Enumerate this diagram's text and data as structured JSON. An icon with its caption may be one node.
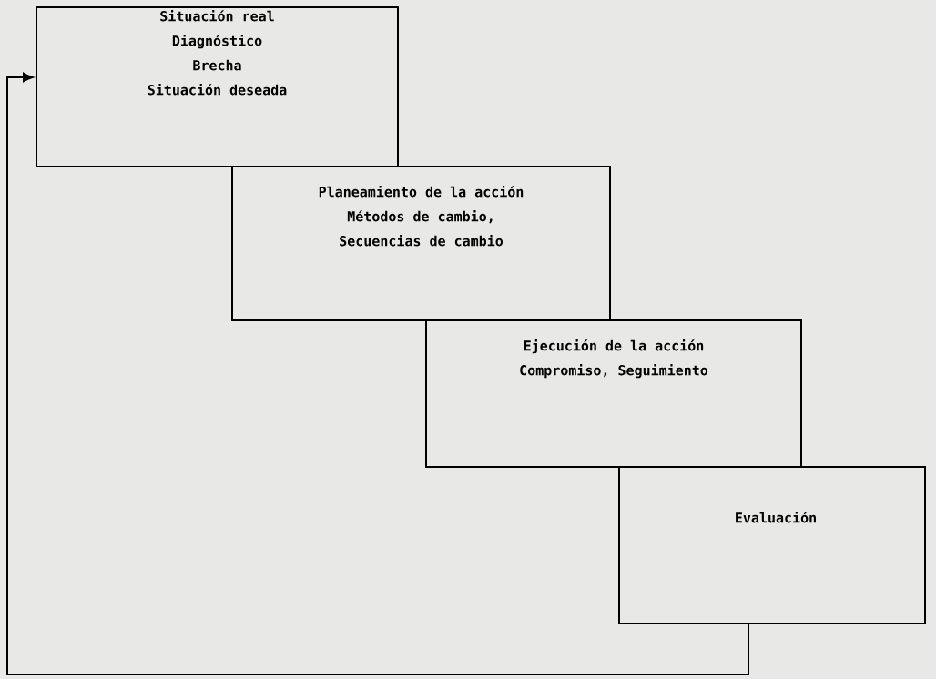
{
  "diagram": {
    "nodes": [
      {
        "text": [
          "Situación real",
          "Diagnóstico",
          "Brecha",
          "Situación deseada"
        ]
      },
      {
        "text": [
          "Planeamiento de la acción",
          "Métodos de cambio, Secuencias de cambio"
        ]
      },
      {
        "text": [
          "Ejecución de la acción",
          "Compromiso, Seguimiento"
        ]
      },
      {
        "text": [
          "Evaluación"
        ]
      }
    ],
    "edges": [
      {
        "from": 3,
        "to": 0,
        "arrow": "to"
      }
    ]
  }
}
